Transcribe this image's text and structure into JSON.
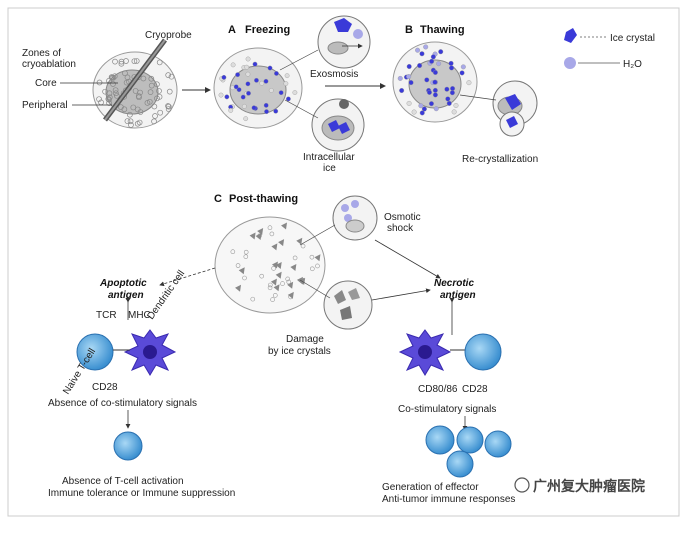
{
  "panels": {
    "a": {
      "letter": "A",
      "title": "Freezing"
    },
    "b": {
      "letter": "B",
      "title": "Thawing"
    },
    "c": {
      "letter": "C",
      "title": "Post-thawing"
    }
  },
  "cryo_labels": {
    "cryoprobe": "Cryoprobe",
    "zones_line1": "Zones of",
    "zones_line2": "cryoablation",
    "core": "Core",
    "peripheral": "Peripheral"
  },
  "freezing_labels": {
    "exosmosis": "Exosmosis",
    "intracellular_line1": "Intracellular",
    "intracellular_line2": "ice"
  },
  "thawing_labels": {
    "recrystallization": "Re-crystallization"
  },
  "legend": {
    "ice_crystal": "Ice crystal",
    "water": "H₂O",
    "ice_color": "#3a3ad8",
    "water_color": "#a8a8e8"
  },
  "post_thawing_labels": {
    "osmotic_line1": "Osmotic",
    "osmotic_line2": "shock",
    "damage_line1": "Damage",
    "damage_line2": "by ice crystals"
  },
  "left_pathway": {
    "antigen_line1": "Apoptotic",
    "antigen_line2": "antigen",
    "tcr": "TCR",
    "mhc": "MHC",
    "dendritic_cell": "Dendritic cell",
    "naive_tcell": "Naive T-cell",
    "cd28": "CD28",
    "signal": "Absence of co-stimulatory signals",
    "outcome_line1": "Absence of T-cell activation",
    "outcome_line2": "Immune tolerance or Immune suppression"
  },
  "right_pathway": {
    "antigen_line1": "Necrotic",
    "antigen_line2": "antigen",
    "cd80_86": "CD80/86",
    "cd28": "CD28",
    "signal": "Co-stimulatory signals",
    "outcome_line1": "Generation of effector",
    "outcome_line2": "Anti-tumor immune responses"
  },
  "watermark": "广州复大肿瘤医院"
}
